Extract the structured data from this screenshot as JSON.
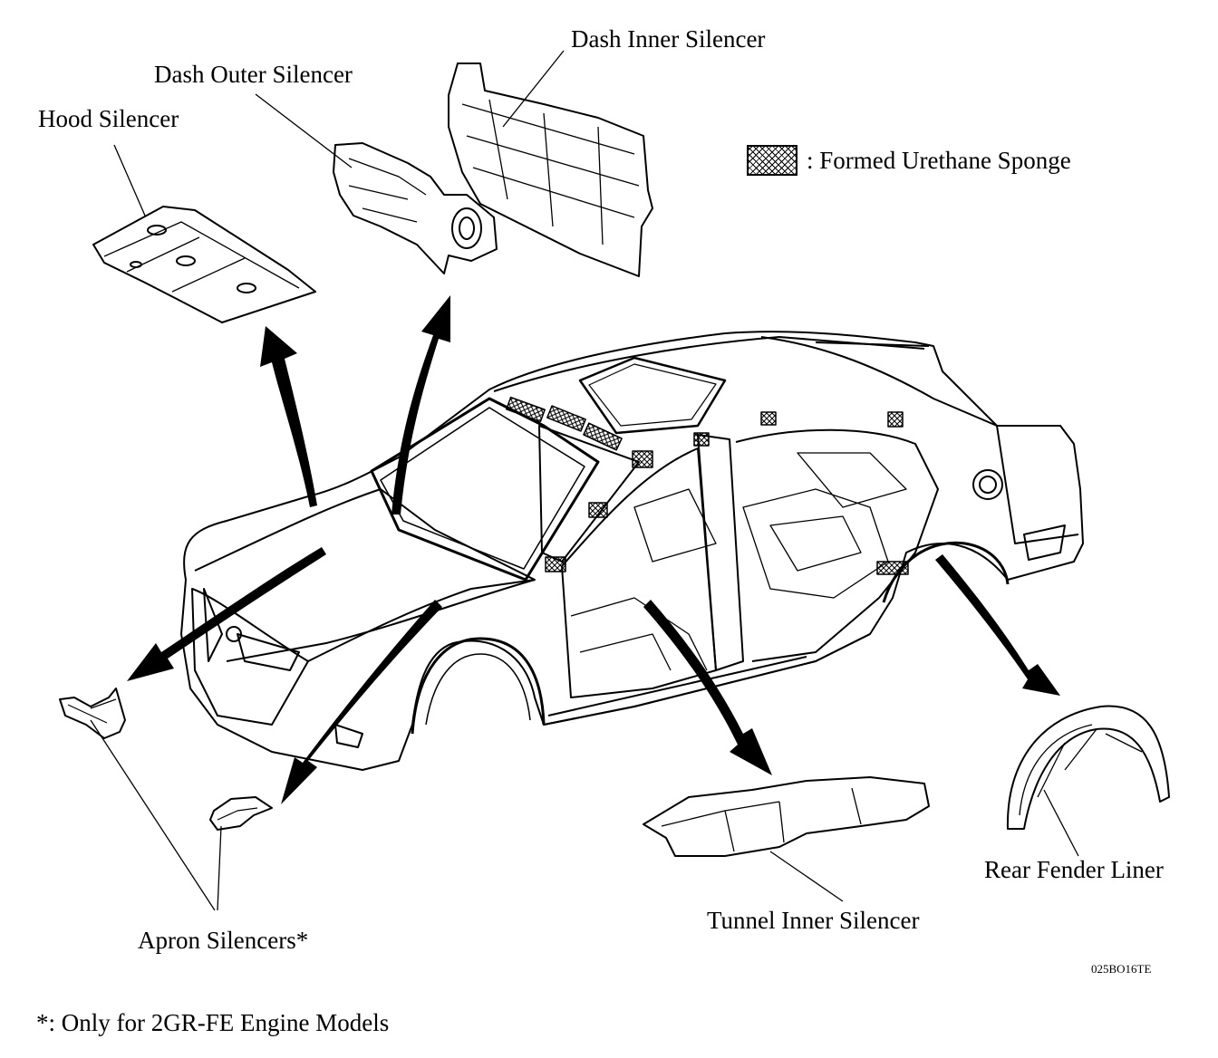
{
  "labels": {
    "dash_inner_silencer": "Dash Inner Silencer",
    "dash_outer_silencer": "Dash Outer Silencer",
    "hood_silencer": "Hood Silencer",
    "tunnel_inner_silencer": "Tunnel Inner Silencer",
    "rear_fender_liner": "Rear Fender Liner",
    "apron_silencers": "Apron Silencers*"
  },
  "legend": {
    "text": ": Formed Urethane Sponge"
  },
  "drawing_code": "025BO16TE",
  "footnote": "*: Only for 2GR-FE Engine Models"
}
